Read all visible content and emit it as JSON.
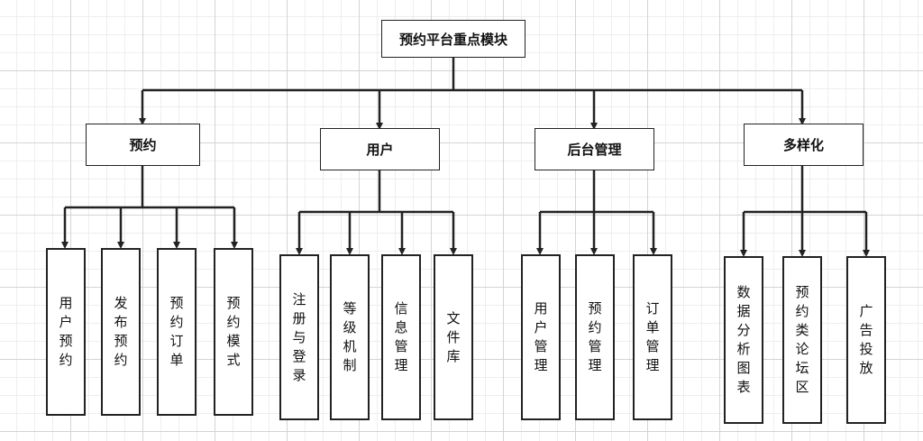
{
  "root": {
    "label": "预约平台重点模块"
  },
  "categories": [
    {
      "label": "预约",
      "children": [
        "用户预约",
        "发布预约",
        "预约订单",
        "预约模式"
      ]
    },
    {
      "label": "用户",
      "children": [
        "注册与登录",
        "等级机制",
        "信息管理",
        "文件库"
      ]
    },
    {
      "label": "后台管理",
      "children": [
        "用户管理",
        "预约管理",
        "订单管理"
      ]
    },
    {
      "label": "多样化",
      "children": [
        "数据分析图表",
        "预约类论坛区",
        "广告投放"
      ]
    }
  ]
}
